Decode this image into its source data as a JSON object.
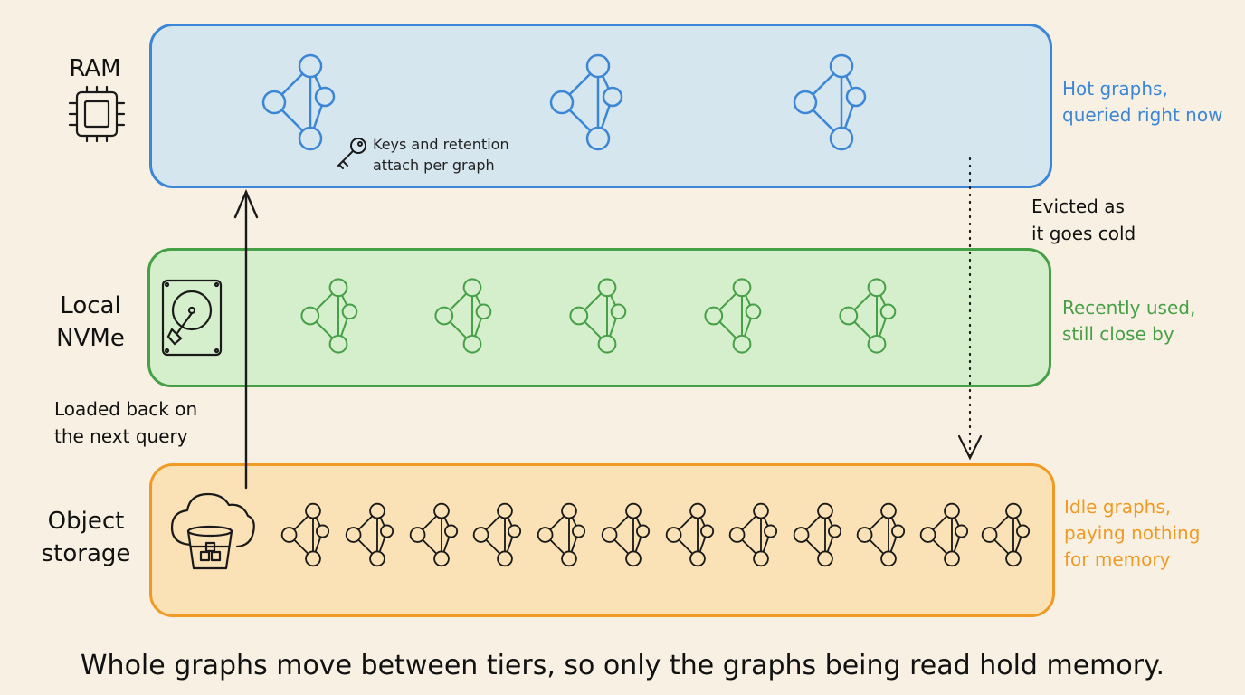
{
  "tiers": {
    "ram": {
      "label_lines": [
        "RAM"
      ],
      "description_lines": [
        "Hot graphs,",
        "queried right now"
      ],
      "graph_count": 3,
      "icon": "cpu-chip-icon",
      "color": "#3b86d6",
      "fill": "#d6e6ef"
    },
    "nvme": {
      "label_lines": [
        "Local",
        "NVMe"
      ],
      "description_lines": [
        "Recently used,",
        "still close by"
      ],
      "graph_count": 5,
      "icon": "hard-drive-icon",
      "color": "#46a046",
      "fill": "#d5efcc"
    },
    "object": {
      "label_lines": [
        "Object",
        "storage"
      ],
      "description_lines": [
        "Idle graphs,",
        "paying nothing",
        "for memory"
      ],
      "graph_count": 12,
      "icon": "cloud-bucket-icon",
      "color": "#f09a25",
      "fill": "#fae2b6"
    }
  },
  "annotations": {
    "keys_lines": [
      "Keys and retention",
      "attach per graph"
    ],
    "keys_icon": "key-icon",
    "evicted_lines": [
      "Evicted as",
      "it goes cold"
    ],
    "loaded_lines": [
      "Loaded back on",
      "the next query"
    ]
  },
  "caption": "Whole graphs move between tiers, so only the graphs being read hold memory."
}
